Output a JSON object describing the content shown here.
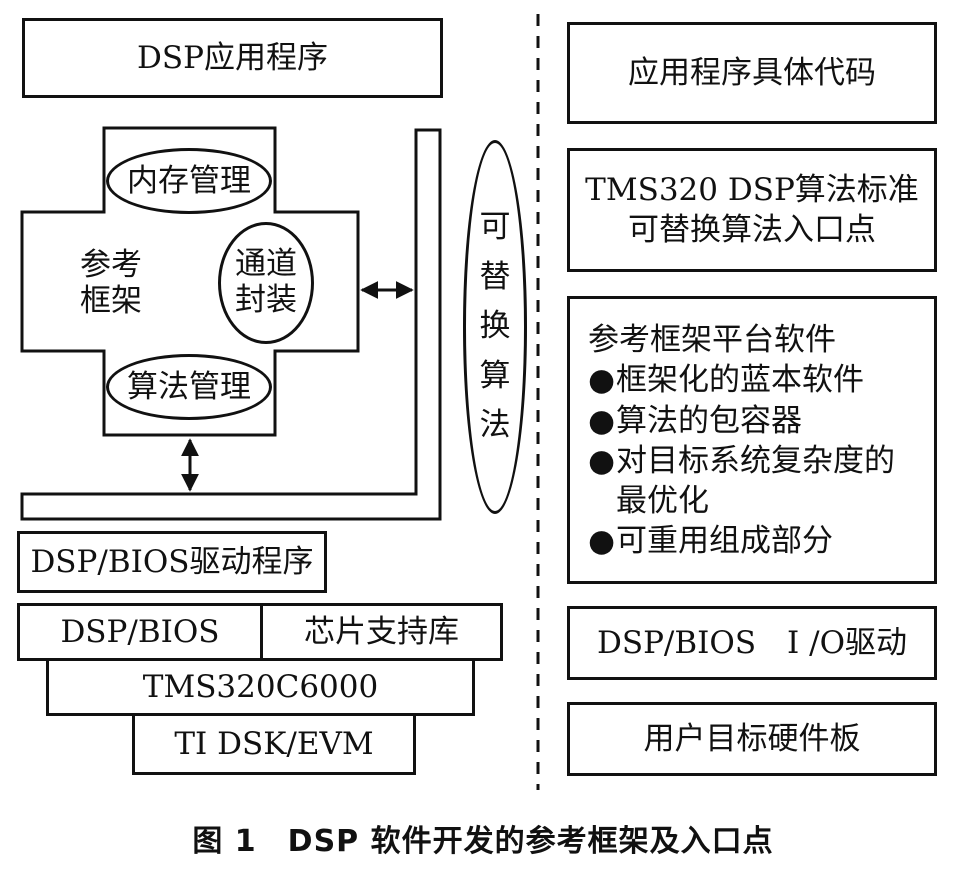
{
  "left": {
    "dsp_app": "DSP应用程序",
    "memory_mgmt": "内存管理",
    "ref_framework_line1": "参考",
    "ref_framework_line2": "框架",
    "channel_line1": "通道",
    "channel_line2": "封装",
    "algo_mgmt": "算法管理",
    "replaceable_algo": [
      "可",
      "替",
      "换",
      "算",
      "法"
    ],
    "bios_driver": "DSP/BIOS驱动程序",
    "dsp_bios": "DSP/BIOS",
    "chip_lib": "芯片支持库",
    "tms": "TMS320C6000",
    "dsk": "TI DSK/EVM"
  },
  "right": {
    "app_code": "应用程序具体代码",
    "algo_std_line1": "TMS320 DSP算法标准",
    "algo_std_line2": "可替换算法入口点",
    "platform_title": "参考框架平台软件",
    "platform_items": [
      "框架化的蓝本软件",
      "算法的包容器",
      "对目标系统复杂度的",
      "可重用组成部分"
    ],
    "platform_item3_cont": "最优化",
    "bullet": "●",
    "io_driver": "DSP/BIOS　I /O驱动",
    "hw_board": "用户目标硬件板"
  },
  "caption": "图 1　DSP 软件开发的参考框架及入口点"
}
